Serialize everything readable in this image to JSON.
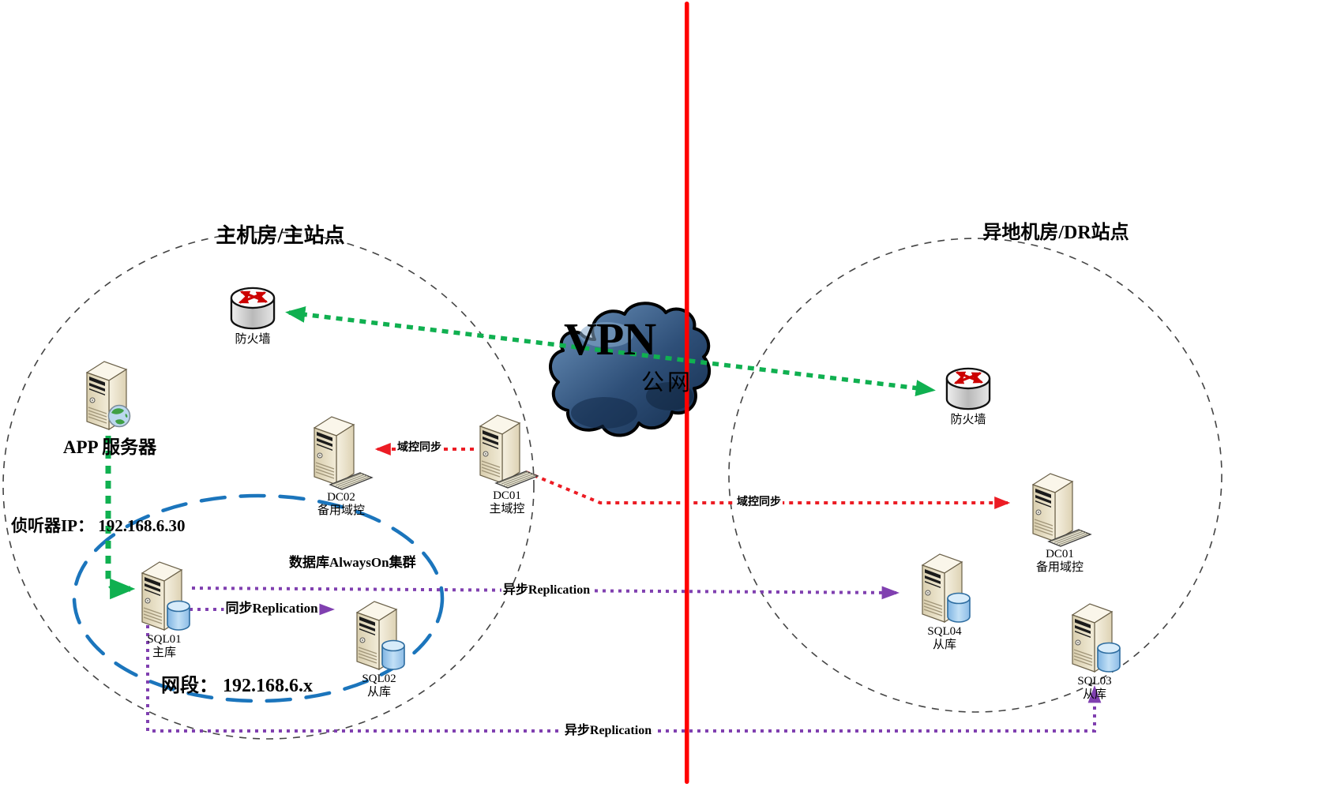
{
  "sites": {
    "main": {
      "title": "主机房/主站点"
    },
    "dr": {
      "title": "异地机房/DR站点"
    }
  },
  "vpn": {
    "label": "VPN",
    "cloud_label": "公网"
  },
  "nodes": {
    "firewall_main": {
      "label": "防火墙"
    },
    "firewall_dr": {
      "label": "防火墙"
    },
    "app_server": {
      "label": "APP 服务器"
    },
    "dc02": {
      "name": "DC02",
      "role": "备用域控"
    },
    "dc01": {
      "name": "DC01",
      "role": "主域控"
    },
    "dc01_dr": {
      "name": "DC01",
      "role": "备用域控"
    },
    "sql01": {
      "name": "SQL01",
      "role": "主库"
    },
    "sql02": {
      "name": "SQL02",
      "role": "从库"
    },
    "sql04": {
      "name": "SQL04",
      "role": "从库"
    },
    "sql03": {
      "name": "SQL03",
      "role": "从库"
    }
  },
  "annotations": {
    "listener_ip": "侦听器IP： 192.168.6.30",
    "subnet": "网段： 192.168.6.x",
    "cluster": "数据库AlwaysOn集群"
  },
  "edges": {
    "dc_sync_left": {
      "label": "域控同步"
    },
    "dc_sync_right": {
      "label": "域控同步"
    },
    "sync_replication": {
      "label": "同步Replication"
    },
    "async_replication_mid": {
      "label": "异步Replication"
    },
    "async_replication_bottom": {
      "label": "异步Replication"
    }
  },
  "colors": {
    "green_link": "#10b050",
    "red_link": "#ec1c24",
    "purple_link": "#8040b0",
    "cluster_ellipse": "#1b75bc",
    "site_outline": "#444444",
    "divider": "#ff0000"
  }
}
